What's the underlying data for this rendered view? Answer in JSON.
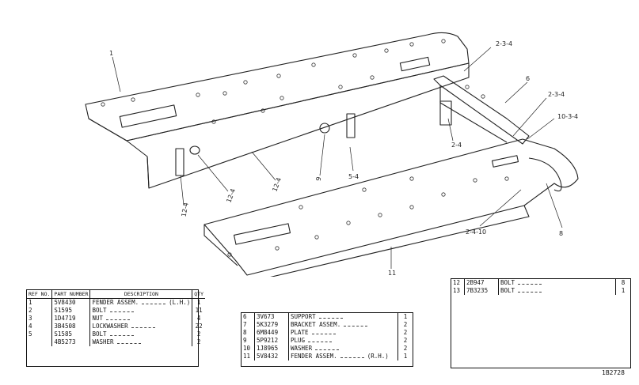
{
  "diagram": {
    "callouts": {
      "c1": "1",
      "c234_top": "2-3-4",
      "c6": "6",
      "c234_mid": "2-3-4",
      "c1034": "10-3-4",
      "c24_mid": "2-4",
      "c9": "9",
      "c54": "5-4",
      "c124_a": "12-4",
      "c124_b": "12-4",
      "c124_c": "12-4",
      "c2410": "2-4-10",
      "c8": "8",
      "c11": "11"
    }
  },
  "table_left": {
    "headers": {
      "ref": "REF NO.",
      "part": "PART NUMBER",
      "desc": "DESCRIPTION",
      "qty": "QTY"
    },
    "rows": [
      {
        "ref": "1",
        "part": "5V8430",
        "desc": "FENDER ASSEM.",
        "note": "(L.H.)",
        "qty": "1"
      },
      {
        "ref": "2",
        "part": "S1595",
        "desc": "BOLT",
        "note": "",
        "qty": "11"
      },
      {
        "ref": "3",
        "part": "1D4719",
        "desc": "NUT",
        "note": "",
        "qty": "4"
      },
      {
        "ref": "4",
        "part": "3B4508",
        "desc": "LOCKWASHER",
        "note": "",
        "qty": "22"
      },
      {
        "ref": "5",
        "part": "S1585",
        "desc": "BOLT",
        "note": "",
        "qty": "2"
      },
      {
        "ref": "",
        "part": "4B5273",
        "desc": "WASHER",
        "note": "",
        "qty": "2"
      }
    ]
  },
  "table_mid": {
    "rows": [
      {
        "ref": "6",
        "part": "3V673",
        "desc": "SUPPORT",
        "note": "",
        "qty": "1"
      },
      {
        "ref": "7",
        "part": "5K3279",
        "desc": "BRACKET ASSEM.",
        "note": "",
        "qty": "2"
      },
      {
        "ref": "8",
        "part": "6M8449",
        "desc": "PLATE",
        "note": "",
        "qty": "2"
      },
      {
        "ref": "9",
        "part": "5P9212",
        "desc": "PLUG",
        "note": "",
        "qty": "2"
      },
      {
        "ref": "10",
        "part": "1J8965",
        "desc": "WASHER",
        "note": "",
        "qty": "2"
      },
      {
        "ref": "11",
        "part": "5V8432",
        "desc": "FENDER ASSEM.",
        "note": "(R.H.)",
        "qty": "1"
      }
    ]
  },
  "table_right": {
    "rows": [
      {
        "ref": "12",
        "part": "2B947",
        "desc": "BOLT",
        "note": "",
        "qty": "8"
      },
      {
        "ref": "13",
        "part": "7B3235",
        "desc": "BOLT",
        "note": "",
        "qty": "1"
      }
    ]
  },
  "doc_number": "1B2728"
}
